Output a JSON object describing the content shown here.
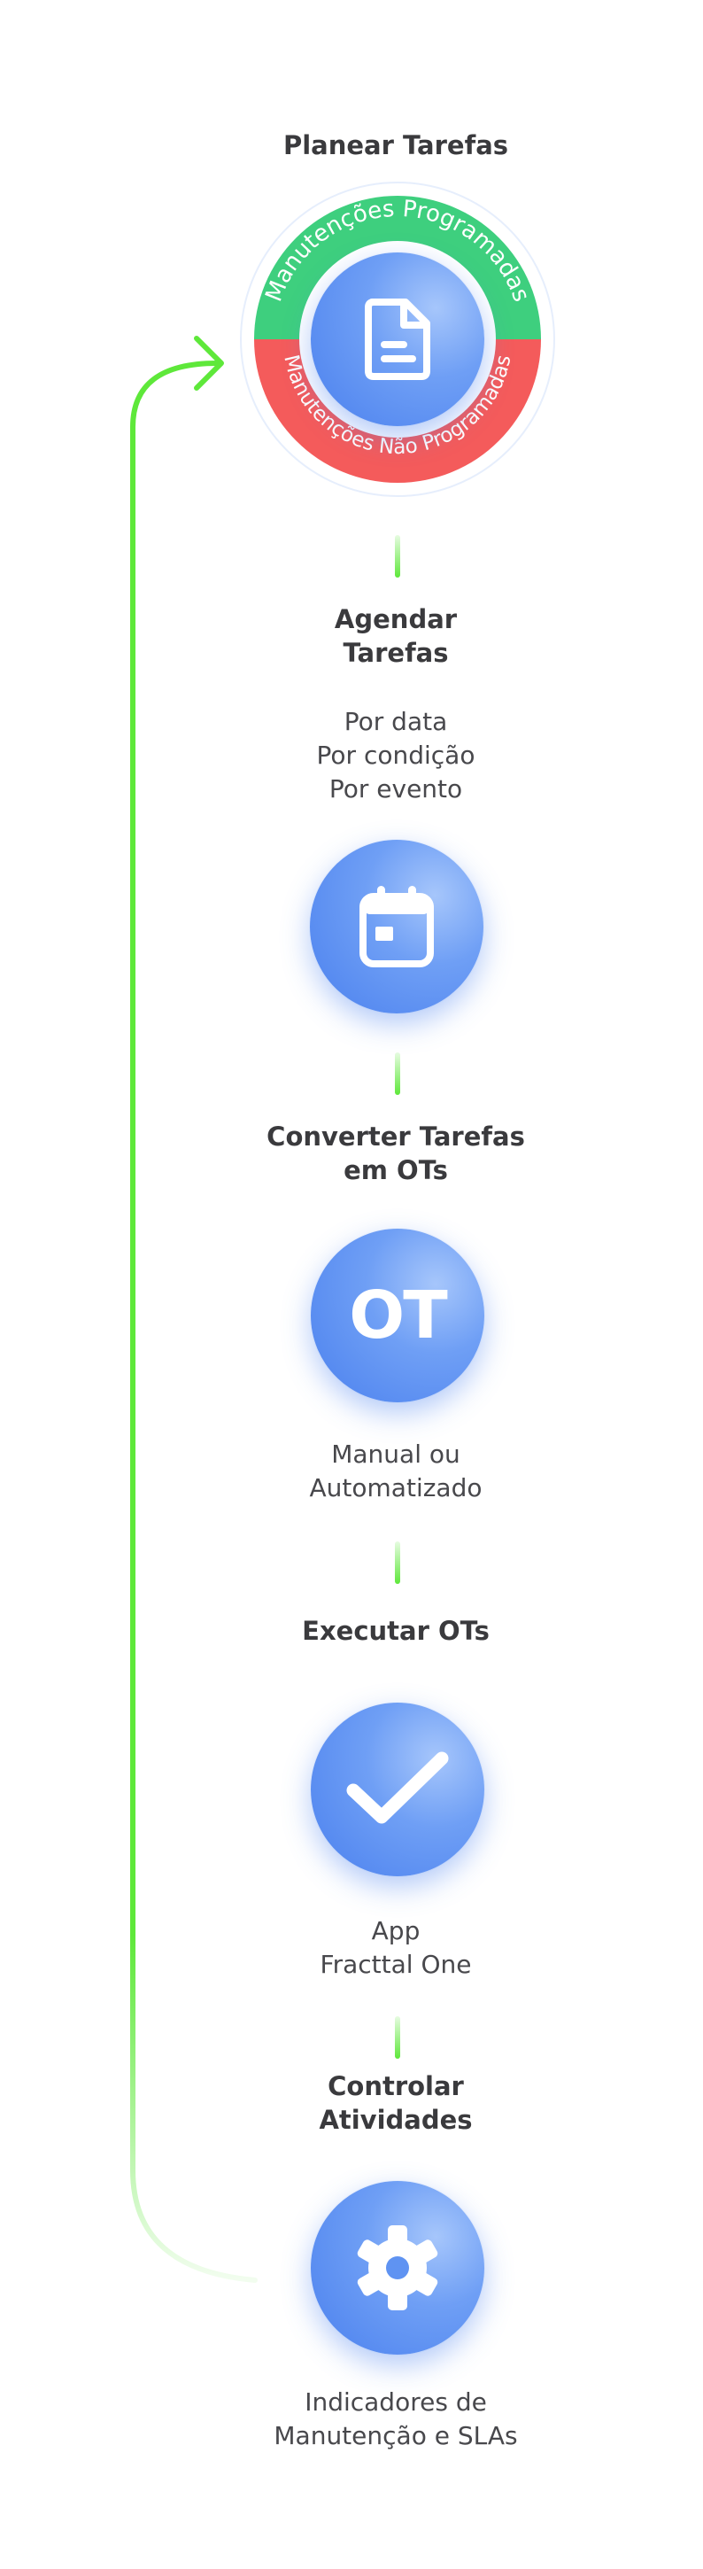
{
  "steps": [
    {
      "title": [
        "Planear Tarefas"
      ],
      "ring": {
        "top_label": "Manutenções Programadas",
        "bottom_label": "Manutenções Não Programadas",
        "top_color": "#3ecf7e",
        "bottom_color": "#f45b5b"
      },
      "icon": "document-icon"
    },
    {
      "title": [
        "Agendar",
        "Tarefas"
      ],
      "description": [
        "Por data",
        "Por condição",
        "Por evento"
      ],
      "icon": "calendar-icon"
    },
    {
      "title": [
        "Converter Tarefas",
        "em OTs"
      ],
      "icon_text": "OT",
      "description": [
        "Manual ou",
        "Automatizado"
      ]
    },
    {
      "title": [
        "Executar OTs"
      ],
      "description": [
        "App",
        "Fracttal One"
      ],
      "icon": "checkmark-icon"
    },
    {
      "title": [
        "Controlar",
        "Atividades"
      ],
      "description": [
        "Indicadores de",
        "Manutenção e SLAs"
      ],
      "icon": "gear-icon"
    }
  ],
  "colors": {
    "accent_green": "#5ee83a",
    "circle_blue": "#4a80ee",
    "text": "#3a3a3d"
  }
}
